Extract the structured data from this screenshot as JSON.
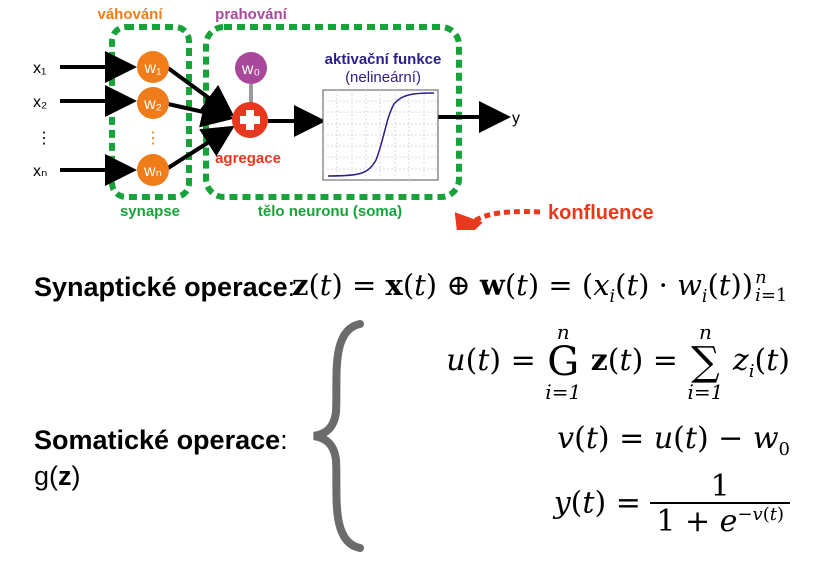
{
  "diagram": {
    "inputs": [
      "x₁",
      "x₂",
      "⋮",
      "xₙ"
    ],
    "weights": [
      "w₁",
      "w₂",
      "⋮",
      "wₙ"
    ],
    "bias": "w₀",
    "label_weighting": "váhování",
    "label_threshold": "prahování",
    "label_activation_title": "aktivační funkce",
    "label_activation_sub": "(nelineární)",
    "label_aggregation": "agregace",
    "label_synapse": "synapse",
    "label_body": "tělo neuronu (soma)",
    "output": "y",
    "confluence": "konfluence"
  },
  "synaptic": {
    "label": "Synaptické operace",
    "colon": ":"
  },
  "somatic": {
    "label": "Somatické operace",
    "colon": ":",
    "g_prefix": "g(",
    "g_arg": "z",
    "g_suffix": ")"
  },
  "colors": {
    "orange": "#f07d1a",
    "red": "#e8381e",
    "purple": "#a8489a",
    "green": "#18a33a",
    "navy": "#2a1f8a",
    "brace": "#6b6b6b"
  },
  "icons": {
    "sum_node": "plus-circle-icon",
    "brace": "left-curly-brace-icon"
  }
}
